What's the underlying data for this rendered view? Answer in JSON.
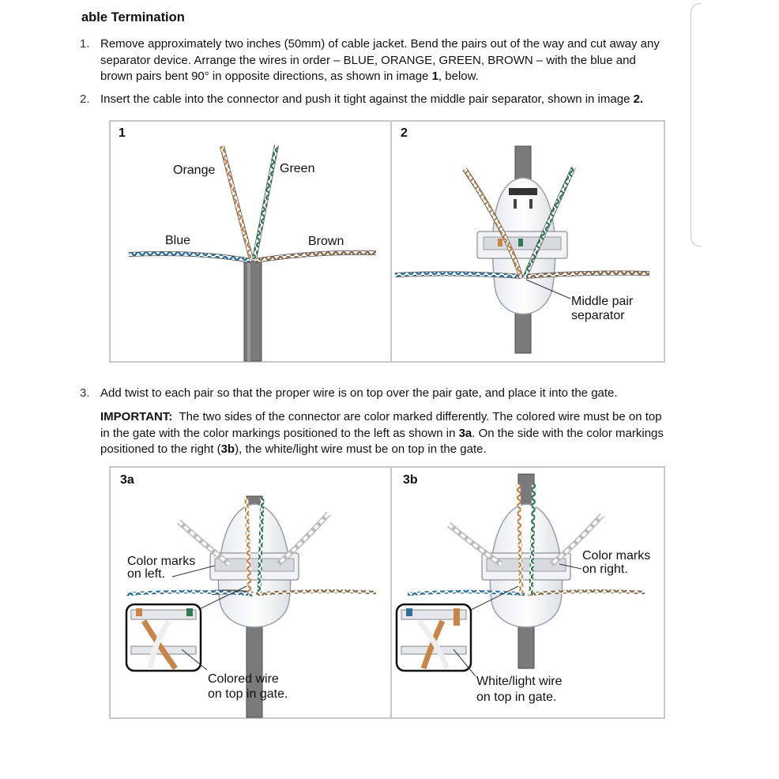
{
  "heading": "able Termination",
  "steps": [
    {
      "marker": "1.",
      "lines": [
        "Remove approximately two inches (50mm) of cable jacket. Bend the pairs out of the way and cut away any",
        "separator device. Arrange the wires in order – BLUE, ORANGE, GREEN, BROWN – with the blue and"
      ],
      "line3_pre": "brown pairs bent 90° in opposite directions, as shown in image ",
      "line3_bold": "1",
      "line3_post": ", below."
    },
    {
      "marker": "2.",
      "pre": "Insert the cable into the connector and push it tight against the middle pair separator, shown in image ",
      "bold": "2."
    },
    {
      "marker": "3.",
      "text": "Add twist to each pair so that the proper wire is on top over the pair gate, and place it into the gate."
    }
  ],
  "important": {
    "label": "IMPORTANT:",
    "l1": "  The two sides of the connector are color marked differently. The colored wire must be on top",
    "l2_pre": "in the gate with the color markings positioned to the left as shown in ",
    "l2_bold": "3a",
    "l2_post": ". On the side with the color markings",
    "l3_pre": "positioned to the right (",
    "l3_bold": "3b",
    "l3_post": "), the white/light wire must be on top in the gate."
  },
  "figures": {
    "f1": {
      "number": "1",
      "labels": {
        "orange": "Orange",
        "green": "Green",
        "blue": "Blue",
        "brown": "Brown"
      }
    },
    "f2": {
      "number": "2",
      "callout_l1": "Middle pair",
      "callout_l2": "separator"
    },
    "f3a": {
      "number": "3a",
      "callout_top_l1": "Color marks",
      "callout_top_l2": "on left.",
      "callout_bottom_l1": "Colored wire",
      "callout_bottom_l2": "on top in gate."
    },
    "f3b": {
      "number": "3b",
      "callout_top_l1": "Color marks",
      "callout_top_l2": "on right.",
      "callout_bottom_l1": "White/light wire",
      "callout_bottom_l2": "on top in gate."
    }
  },
  "colors": {
    "blue": "#2f6f9a",
    "orange": "#c98548",
    "green": "#2f7a55",
    "brown": "#8a6a4a",
    "jacket": "#7a7a7a",
    "border": "#c8c8c8"
  }
}
